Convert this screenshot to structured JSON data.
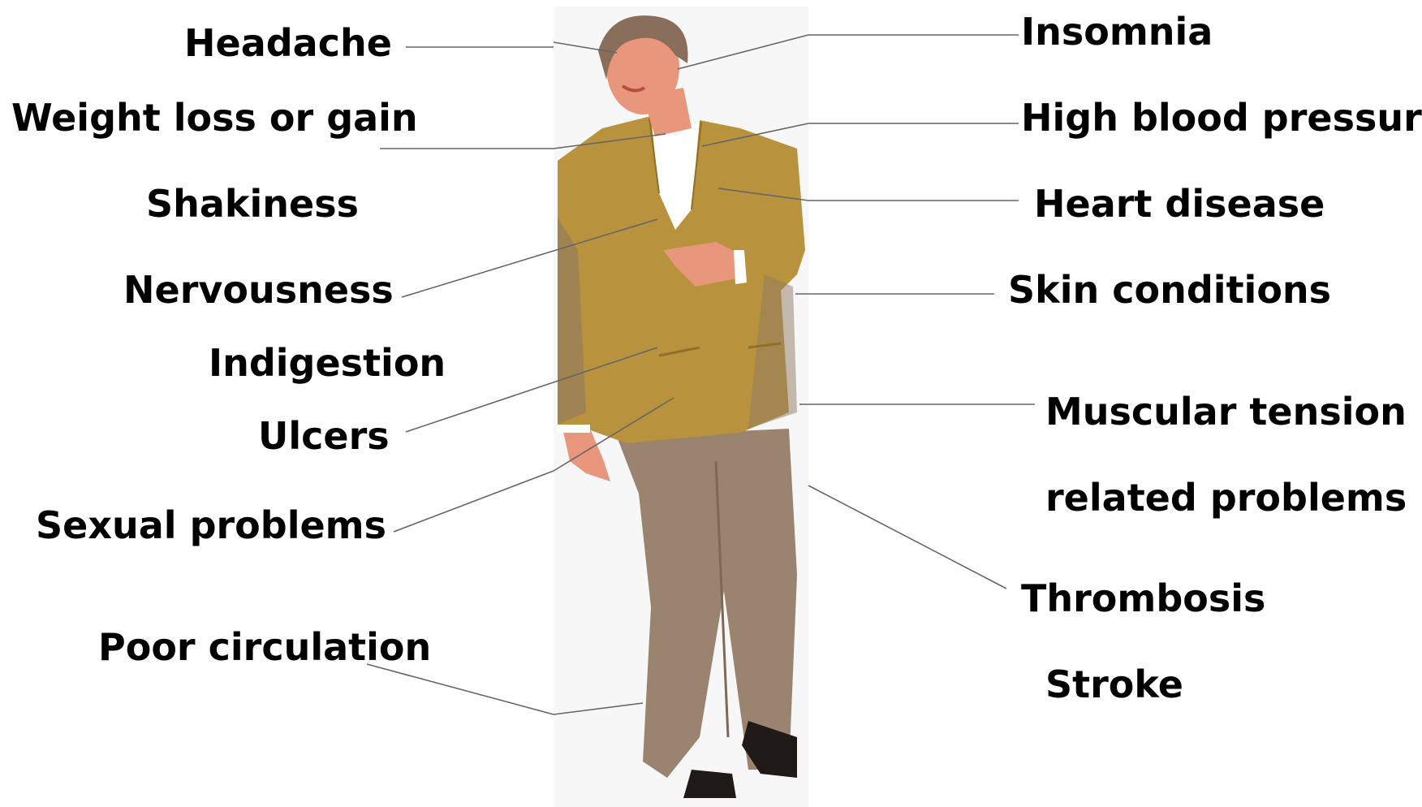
{
  "colors": {
    "background": "#ffffff",
    "label_text": "#000000",
    "leader_line": "#666666",
    "jacket": "#b8923c",
    "trousers": "#9a8470",
    "skin": "#e8967c",
    "hair": "#8a6e5c"
  },
  "figure": {
    "icon": "person-icon"
  },
  "labels": {
    "left": [
      "Headache",
      "Weight loss or gain",
      "Shakiness",
      "Nervousness",
      "Indigestion",
      "Ulcers",
      "Sexual problems",
      "Poor circulation"
    ],
    "right": [
      "Insomnia",
      "High blood pressure",
      "Heart disease",
      "Skin conditions",
      "Muscular tension",
      "related problems",
      "Thrombosis",
      "Stroke"
    ]
  }
}
